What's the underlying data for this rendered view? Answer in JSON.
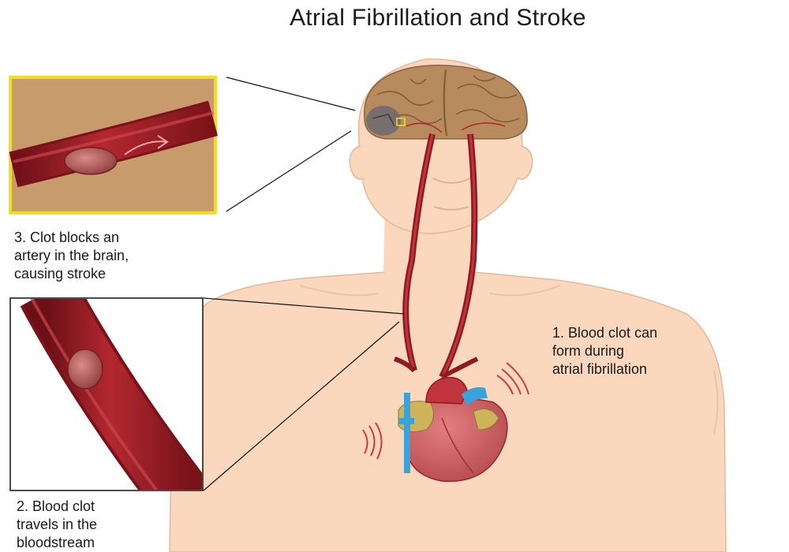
{
  "title": "Atrial Fibrillation and Stroke",
  "steps": [
    {
      "lines": [
        "1. Blood clot can",
        "form during",
        "atrial fibrillation"
      ]
    },
    {
      "lines": [
        "2. Blood clot",
        "travels in the",
        "bloodstream"
      ]
    },
    {
      "lines": [
        "3. Clot blocks an",
        "artery in the brain,",
        "causing stroke"
      ]
    }
  ],
  "colors": {
    "skin": "#fbd7bd",
    "skin_outline": "#e6b896",
    "brain": "#b88b5e",
    "artery": "#9b1b24",
    "heart": "#c95a5e",
    "vein_blue": "#3aa3dc",
    "inset_bg": "#c89b6d",
    "inset_border": "#f3dc25"
  }
}
